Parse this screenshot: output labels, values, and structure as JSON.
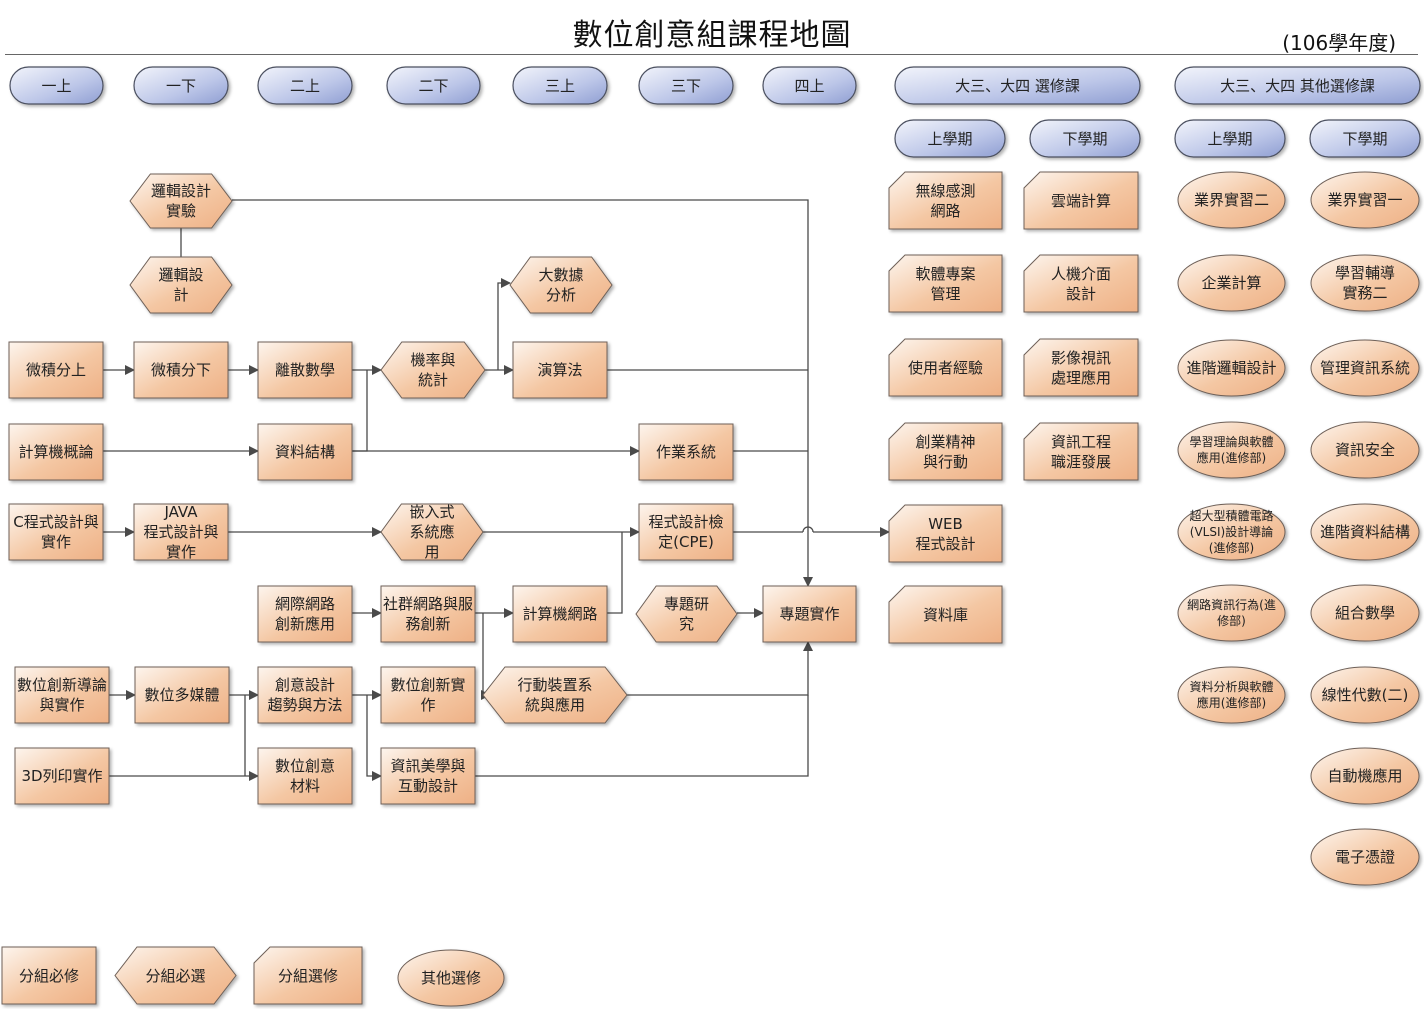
{
  "title": "數位創意組課程地圖",
  "year": "(106學年度)",
  "headers": {
    "y1a": "一上",
    "y1b": "一下",
    "y2a": "二上",
    "y2b": "二下",
    "y3a": "三上",
    "y3b": "三下",
    "y4a": "四上",
    "elective": "大三、大四 選修課",
    "other": "大三、大四 其他選修課",
    "e_s1": "上學期",
    "e_s2": "下學期",
    "o_s1": "上學期",
    "o_s2": "下學期"
  },
  "nodes": {
    "logic_lab": {
      "label": "邏輯設計\n實驗",
      "type": "group-required-elective"
    },
    "logic": {
      "label": "邏輯設\n計",
      "type": "group-required-elective"
    },
    "bigdata": {
      "label": "大數據\n分析",
      "type": "group-required-elective"
    },
    "calc1": {
      "label": "微積分上",
      "type": "group-required"
    },
    "calc2": {
      "label": "微積分下",
      "type": "group-required"
    },
    "discrete": {
      "label": "離散數學",
      "type": "group-required"
    },
    "prob": {
      "label": "機率與\n統計",
      "type": "group-required-elective"
    },
    "algo": {
      "label": "演算法",
      "type": "group-required"
    },
    "intro_cs": {
      "label": "計算機概論",
      "type": "group-required"
    },
    "ds": {
      "label": "資料結構",
      "type": "group-required"
    },
    "os": {
      "label": "作業系統",
      "type": "group-required"
    },
    "c_prog": {
      "label": "C程式設計與\n實作",
      "type": "group-required"
    },
    "java": {
      "label": "JAVA\n程式設計與\n實作",
      "type": "group-required"
    },
    "embedded": {
      "label": "嵌入式\n系統應\n用",
      "type": "group-required-elective"
    },
    "cpe": {
      "label": "程式設計檢\n定(CPE)",
      "type": "group-required"
    },
    "internet": {
      "label": "網際網路\n創新應用",
      "type": "group-required"
    },
    "social": {
      "label": "社群網路與服\n務創新",
      "type": "group-required"
    },
    "network": {
      "label": "計算機網路",
      "type": "group-required"
    },
    "research": {
      "label": "專題研\n究",
      "type": "group-required-elective"
    },
    "capstone": {
      "label": "專題實作",
      "type": "group-required"
    },
    "dig_intro": {
      "label": "數位創新導論\n與實作",
      "type": "group-required"
    },
    "multimedia": {
      "label": "數位多媒體",
      "type": "group-required"
    },
    "creative": {
      "label": "創意設計\n趨勢與方法",
      "type": "group-required"
    },
    "dig_innov": {
      "label": "數位創新實\n作",
      "type": "group-required"
    },
    "mobile": {
      "label": "行動裝置系\n統與應用",
      "type": "group-required-elective"
    },
    "print3d": {
      "label": "3D列印實作",
      "type": "group-required"
    },
    "materials": {
      "label": "數位創意\n材料",
      "type": "group-required"
    },
    "aesthetics": {
      "label": "資訊美學與\n互動設計",
      "type": "group-required"
    }
  },
  "electives": {
    "fall": [
      "無線感測\n網路",
      "軟體專案\n管理",
      "使用者經驗",
      "創業精神\n與行動",
      "WEB\n程式設計",
      "資料庫"
    ],
    "spring": [
      "雲端計算",
      "人機介面\n設計",
      "影像視訊\n處理應用",
      "資訊工程\n職涯發展"
    ]
  },
  "others": {
    "fall": [
      "業界實習二",
      "企業計算",
      "進階邏輯設計",
      "學習理論與軟體\n應用(進修部)",
      "超大型積體電路\n(VLSI)設計導論\n(進修部)",
      "網路資訊行為(進\n修部)",
      "資料分析與軟體\n應用(進修部)"
    ],
    "spring": [
      "業界實習一",
      "學習輔導\n實務二",
      "管理資訊系統",
      "資訊安全",
      "進階資料結構",
      "組合數學",
      "線性代數(二)",
      "自動機應用",
      "電子憑證"
    ]
  },
  "legend": {
    "required": "分組必修",
    "required_elective": "分組必選",
    "elective": "分組選修",
    "other": "其他選修"
  },
  "colors": {
    "node_light": "#fdf3ea",
    "node_dark": "#efb58a",
    "pill_light": "#eef1fa",
    "pill_dark": "#98a6d6",
    "stroke": "#5a5a5a",
    "wire": "#4a4a4a"
  }
}
